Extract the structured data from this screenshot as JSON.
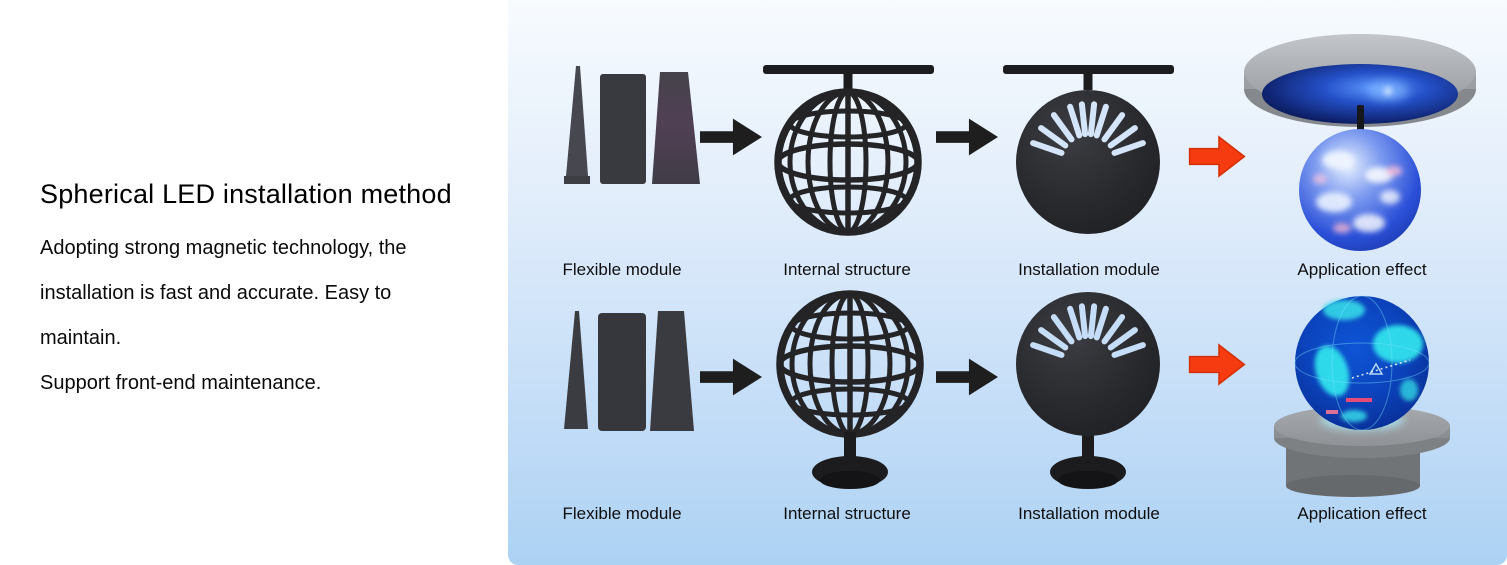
{
  "left_panel": {
    "title": "Spherical LED installation method",
    "body_lines": [
      "Adopting strong magnetic technology, the",
      "installation is fast and accurate. Easy to",
      "maintain.",
      "Support front-end maintenance."
    ]
  },
  "diagram": {
    "rows": [
      {
        "id": "ceiling-mounted-process",
        "steps": [
          {
            "label": "Flexible module"
          },
          {
            "label": "Internal structure"
          },
          {
            "label": "Installation module"
          },
          {
            "label": "Application effect"
          }
        ]
      },
      {
        "id": "stand-mounted-process",
        "steps": [
          {
            "label": "Flexible module"
          },
          {
            "label": "Internal structure"
          },
          {
            "label": "Installation module"
          },
          {
            "label": "Application effect"
          }
        ]
      }
    ],
    "icons": {
      "process_arrow": "black right block arrow",
      "result_arrow": "red right block arrow",
      "flexible_module": "three dark LED module strips",
      "internal_structure": "spherical wireframe cage",
      "installation_module": "half-clad sphere",
      "application_effect": "glowing LED globe"
    },
    "colors": {
      "panel_bg_top": "#f7fbfe",
      "panel_bg_bottom": "#acd2f3",
      "process_arrow": "#1e1e1e",
      "result_arrow": "#f63b10",
      "module_dark": "#242428",
      "label_text": "#0e0e0e",
      "globe_blue": "#2b50d8",
      "globe_cyan": "#2ee0ec",
      "pedestal_gray": "#8f9296"
    }
  }
}
